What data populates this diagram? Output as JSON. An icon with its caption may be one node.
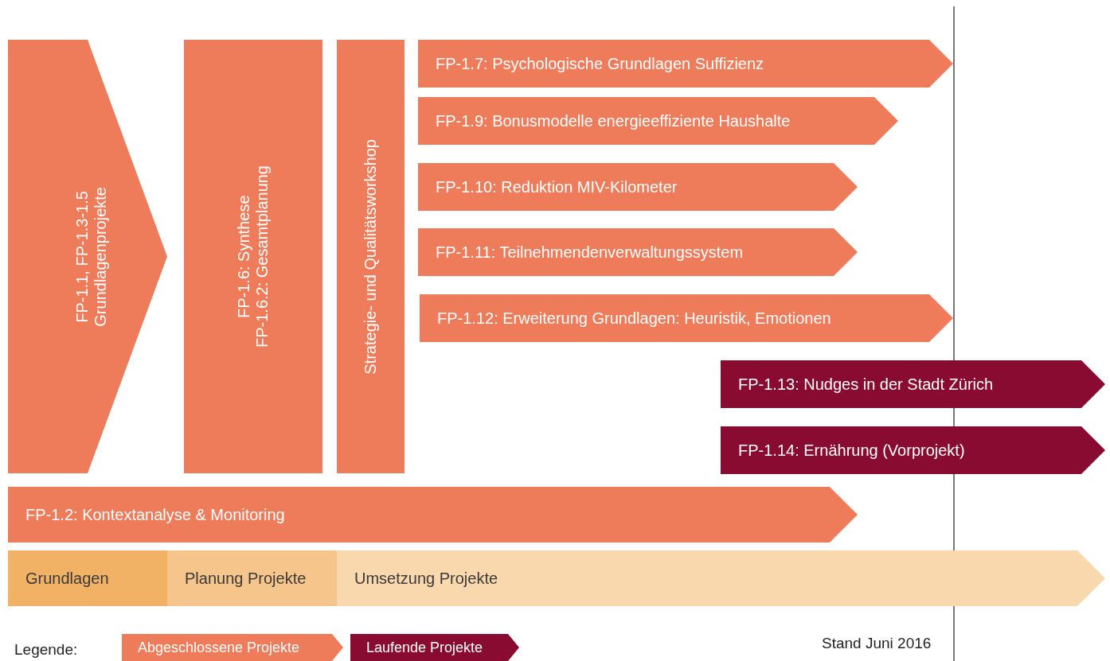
{
  "diagram": {
    "nodes": [
      {
        "text": [
          "FP-1.1, FP-1.3-1.5",
          "Grundlagenprojekte"
        ]
      },
      {
        "text": [
          "FP-1.6: Synthese",
          "FP-1.6.2: Gesamtplanung"
        ]
      },
      {
        "text": [
          "Strategie- und Qualitätsworkshop"
        ]
      },
      {
        "text": [
          "FP-1.7: Psychologische Grundlagen Suffizienz"
        ]
      },
      {
        "text": [
          "FP-1.9: Bonusmodelle energieeffiziente Haushalte"
        ]
      },
      {
        "text": [
          "FP-1.10: Reduktion MIV-Kilometer"
        ]
      },
      {
        "text": [
          "FP-1.11: Teilnehmendenverwaltungssystem"
        ]
      },
      {
        "text": [
          "FP-1.12: Erweiterung Grundlagen: Heuristik, Emotionen"
        ]
      },
      {
        "text": [
          "FP-1.13: Nudges in der Stadt Zürich"
        ]
      },
      {
        "text": [
          "FP-1.14: Ernährung (Vorprojekt)"
        ]
      },
      {
        "text": [
          "FP-1.2: Kontextanalyse & Monitoring"
        ]
      },
      {
        "text": [
          "Grundlagen"
        ]
      },
      {
        "text": [
          "Planung Projekte"
        ]
      },
      {
        "text": [
          "Umsetzung Projekte"
        ]
      }
    ],
    "edges": [],
    "labels": [
      "Legende:",
      "Stand Juni 2016"
    ],
    "legend": [
      {
        "text": "Abgeschlossene Projekte",
        "color": "#ee7b5a"
      },
      {
        "text": "Laufende Projekte",
        "color": "#8a0b32"
      }
    ]
  }
}
